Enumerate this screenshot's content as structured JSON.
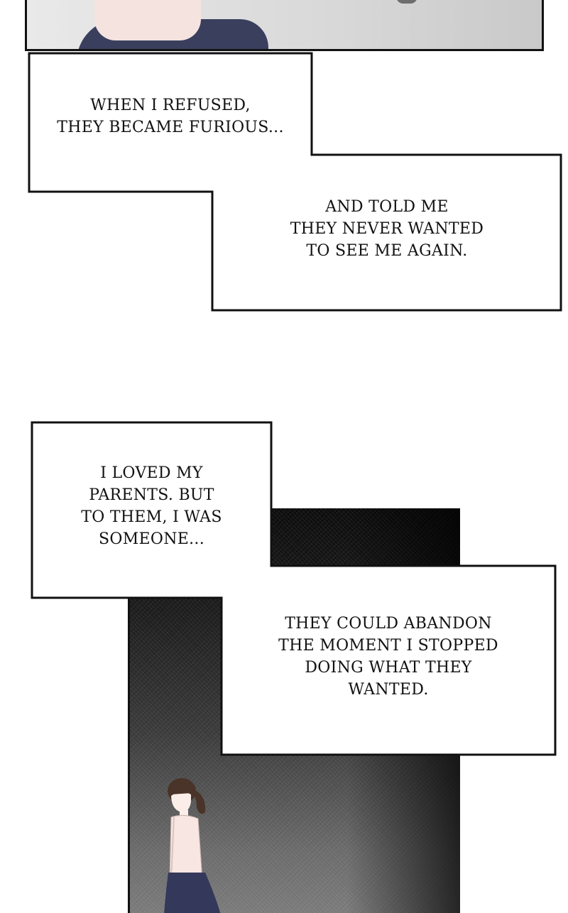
{
  "captions": {
    "c1": [
      "WHEN I REFUSED,",
      "THEY BECAME FURIOUS..."
    ],
    "c2": [
      "AND TOLD ME",
      "THEY NEVER WANTED",
      "TO SEE ME AGAIN."
    ],
    "c3": [
      "I LOVED MY",
      "PARENTS. BUT",
      "TO THEM, I WAS",
      "SOMEONE..."
    ],
    "c4": [
      "THEY COULD ABANDON",
      "THE MOMENT I STOPPED",
      "DOING WHAT THEY",
      "WANTED."
    ]
  },
  "colors": {
    "border": "#111111",
    "background": "#ffffff",
    "skirt": "#3a3f5e",
    "shirt": "#f5e3df"
  }
}
